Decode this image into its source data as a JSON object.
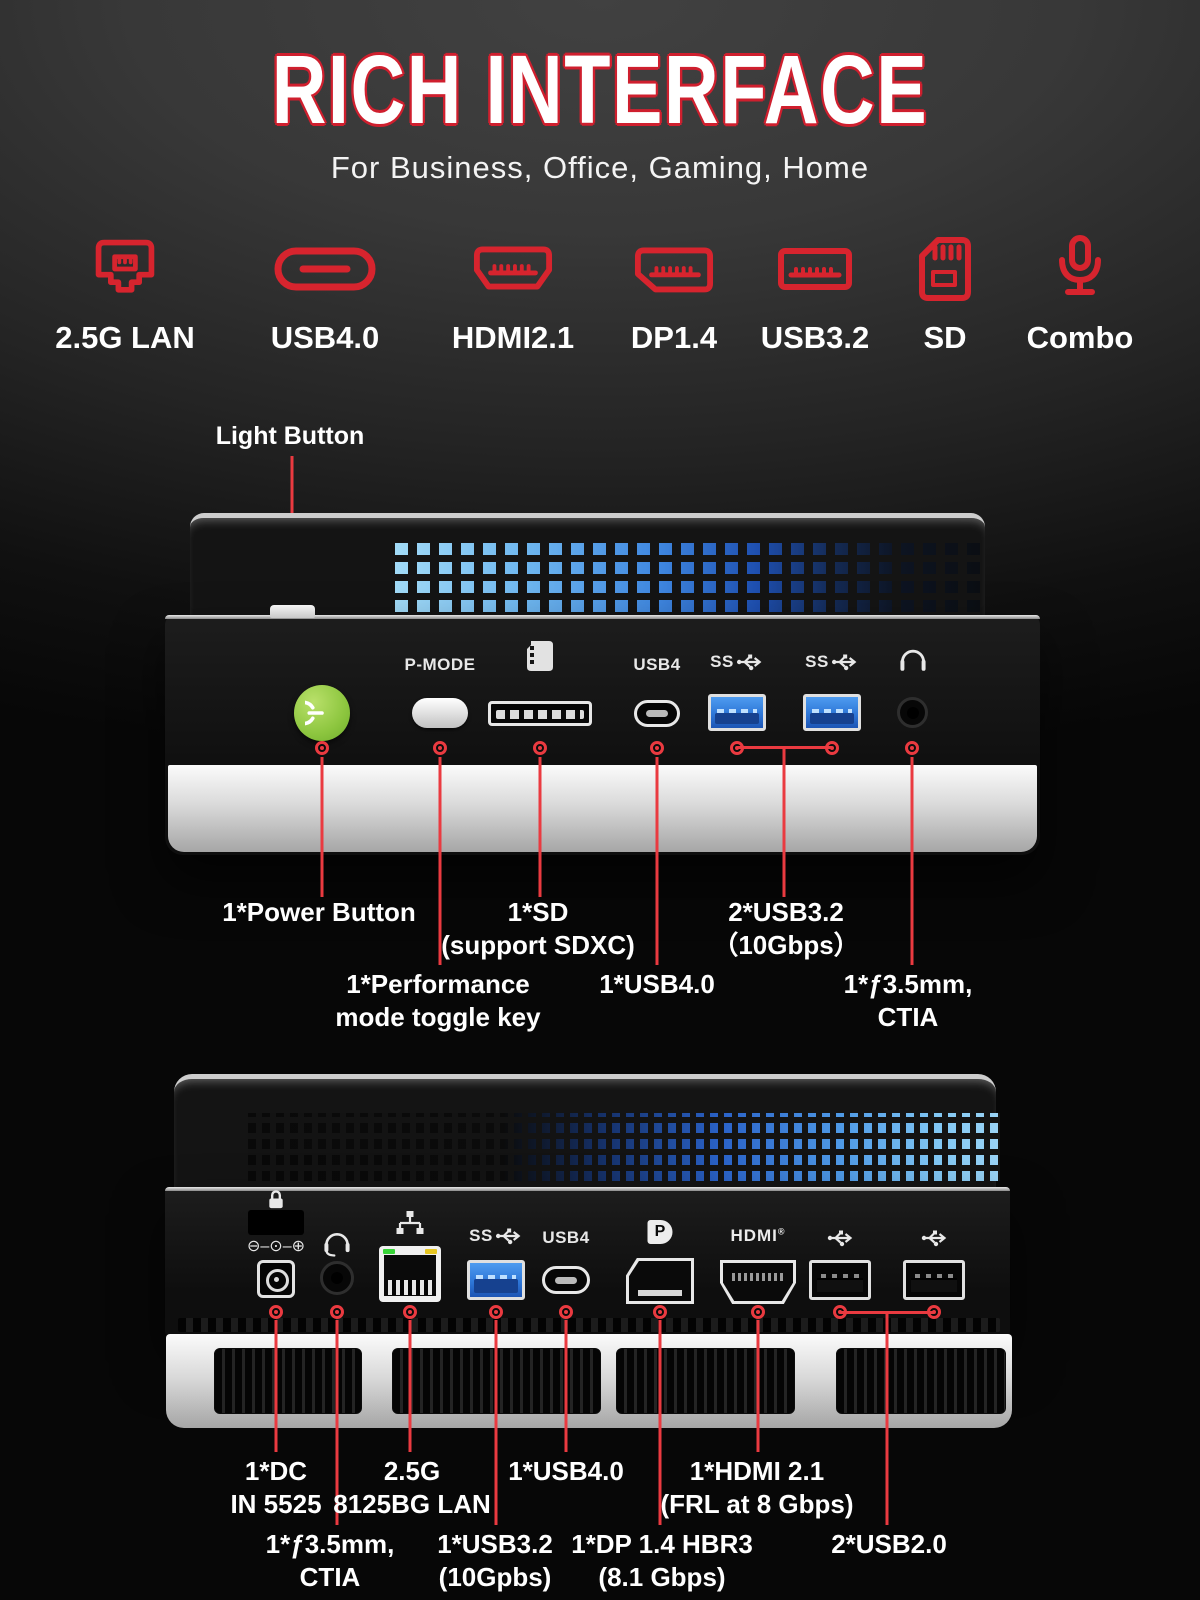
{
  "header": {
    "title": "RICH INTERFACE",
    "subtitle": "For Business, Office, Gaming, Home"
  },
  "interface_row": {
    "items": [
      {
        "icon": "lan-icon",
        "label": "2.5G LAN"
      },
      {
        "icon": "usb-c-icon",
        "label": "USB4.0"
      },
      {
        "icon": "hdmi-icon",
        "label": "HDMI2.1"
      },
      {
        "icon": "displayport-icon",
        "label": "DP1.4"
      },
      {
        "icon": "usb-a-icon",
        "label": "USB3.2"
      },
      {
        "icon": "sd-card-icon",
        "label": "SD"
      },
      {
        "icon": "microphone-icon",
        "label": "Combo"
      }
    ]
  },
  "front_view": {
    "callout": "Light Button",
    "pmode_label": "P-MODE",
    "usb4_label": "USB4",
    "ss_label": "SS",
    "annotations": {
      "power": {
        "line1": "1*Power Button",
        "line2": ""
      },
      "sd": {
        "line1": "1*SD",
        "line2": "(support SDXC)"
      },
      "usb32": {
        "line1": "2*USB3.2",
        "line2": "（10Gbps）"
      },
      "pmode": {
        "line1": "1*Performance",
        "line2": "mode toggle key"
      },
      "usb4": {
        "line1": "1*USB4.0",
        "line2": ""
      },
      "audio": {
        "line1": "1*ƒ3.5mm,",
        "line2": "CTIA"
      }
    }
  },
  "rear_view": {
    "usb4_label": "USB4",
    "ss_label": "SS",
    "hdmi_logo": "HDMI",
    "hdmi_reg": "®",
    "dp_logo": "P",
    "polarity": "⊖–⊙–⊕",
    "annotations": {
      "dc": {
        "line1": "1*DC",
        "line2": "IN 5525"
      },
      "lan": {
        "line1": "2.5G",
        "line2": "8125BG LAN"
      },
      "usb4": {
        "line1": "1*USB4.0",
        "line2": ""
      },
      "hdmi": {
        "line1": "1*HDMI 2.1",
        "line2": "(FRL at 8 Gbps)"
      },
      "audio": {
        "line1": "1*ƒ3.5mm,",
        "line2": "CTIA"
      },
      "usb32": {
        "line1": "1*USB3.2",
        "line2": "(10Gpbs)"
      },
      "dp": {
        "line1": "1*DP 1.4 HBR3",
        "line2": "(8.1 Gbps)"
      },
      "usb2": {
        "line1": "2*USB2.0",
        "line2": ""
      }
    }
  },
  "colors": {
    "accent_red": "#d7242e",
    "callout_red": "#ea3a40",
    "power_green": "#8dc63f",
    "usb_blue": "#2e77d8",
    "led_blue": "#7fc6f3",
    "title_outline": "#cf1f2e"
  }
}
